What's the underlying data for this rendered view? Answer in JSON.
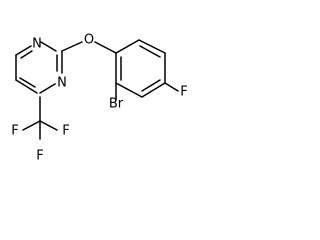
{
  "structure": {
    "atoms": {
      "n_top": "N",
      "n_bottom": "N",
      "o_ether": "O",
      "br": "Br",
      "f_ring": "F",
      "f_left": "F",
      "f_right": "F",
      "f_bottom": "F"
    }
  }
}
